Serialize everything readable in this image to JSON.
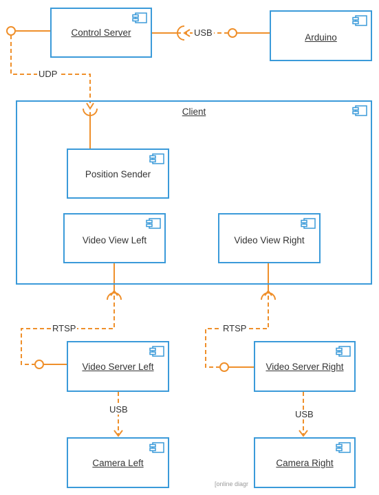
{
  "colors": {
    "component_border": "#3a9ad9",
    "connector": "#ef8f2a",
    "text": "#333333"
  },
  "components": {
    "control_server": {
      "label": "Control Server",
      "icon": "component-icon"
    },
    "arduino": {
      "label": "Arduino",
      "icon": "component-icon"
    },
    "client": {
      "label": "Client",
      "icon": "component-icon"
    },
    "position_sender": {
      "label": "Position Sender",
      "icon": "component-icon"
    },
    "video_view_left": {
      "label": "Video View Left",
      "icon": "component-icon"
    },
    "video_view_right": {
      "label": "Video View Right",
      "icon": "component-icon"
    },
    "video_server_left": {
      "label": "Video Server Left",
      "icon": "component-icon"
    },
    "video_server_right": {
      "label": "Video Server Right",
      "icon": "component-icon"
    },
    "camera_left": {
      "label": "Camera Left",
      "icon": "component-icon"
    },
    "camera_right": {
      "label": "Camera Right",
      "icon": "component-icon"
    }
  },
  "connections": {
    "arduino_to_control": "USB",
    "control_to_client": "UDP",
    "server_left_to_view_left": "RTSP",
    "server_right_to_view_right": "RTSP",
    "server_left_to_camera_left": "USB",
    "server_right_to_camera_right": "USB"
  },
  "watermark": "[online diagr"
}
